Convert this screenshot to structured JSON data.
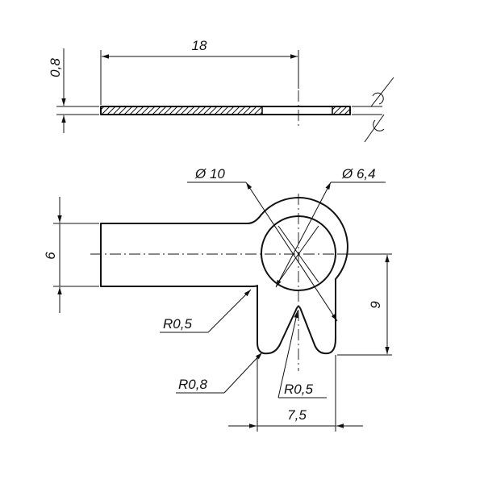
{
  "dimensions": {
    "plate_length": "18",
    "plate_thickness": "0,8",
    "outer_diameter": "Ø 10",
    "hole_diameter": "Ø 6,4",
    "arm_height": "6",
    "fork_height": "9",
    "fork_width": "7,5",
    "radius_upper": "R0,5",
    "radius_lower": "R0,8",
    "radius_notch": "R0,5"
  }
}
